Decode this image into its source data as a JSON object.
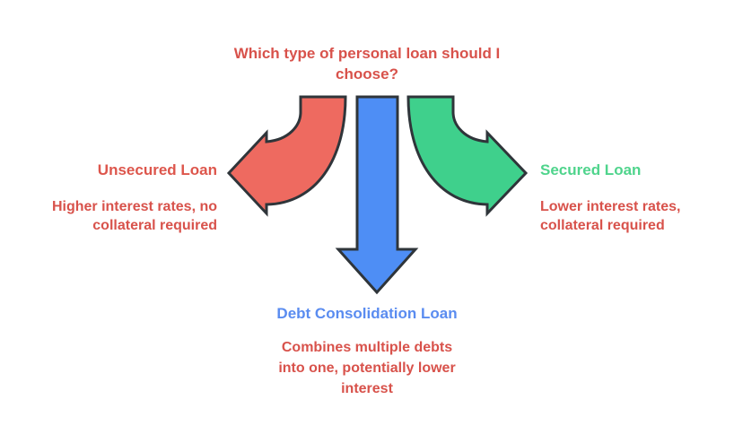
{
  "title": {
    "lines": [
      "Which type of personal loan should I",
      "choose?"
    ]
  },
  "nodes": {
    "unsecured": {
      "heading": "Unsecured Loan",
      "desc_lines": [
        "Higher interest rates, no",
        "collateral required"
      ]
    },
    "secured": {
      "heading": "Secured Loan",
      "desc_lines": [
        "Lower interest rates,",
        "collateral required"
      ]
    },
    "debt": {
      "heading": "Debt Consolidation Loan",
      "desc_lines": [
        "Combines multiple debts",
        "into one, potentially lower",
        "interest"
      ]
    }
  },
  "icons": {
    "left_arrow": "curved-arrow-left",
    "down_arrow": "straight-arrow-down",
    "right_arrow": "curved-arrow-right"
  },
  "colors": {
    "background": "#ffffff",
    "title_text": "#d8524b",
    "unsecured_heading": "#dd564c",
    "secured_heading": "#4fd48c",
    "debt_heading": "#5a8cf0",
    "description_text": "#d8524b",
    "arrow_red_fill": "#ee6a60",
    "arrow_blue_fill": "#4e8ef5",
    "arrow_green_fill": "#3fd08c",
    "arrow_outline": "#2f353a"
  }
}
